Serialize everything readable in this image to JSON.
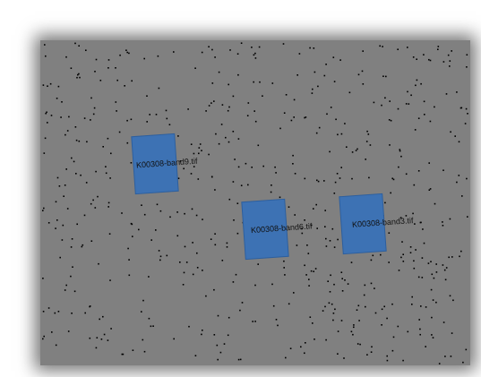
{
  "viewer": {
    "colors": {
      "background": "#808080",
      "points": "#000000",
      "tiles": "#3d72b4",
      "tile_border": "#2d5f9e",
      "page": "#ffffff"
    },
    "point_layer": {
      "symbol": "dot"
    }
  },
  "tiles": [
    {
      "label": "K00308-band9.tif"
    },
    {
      "label": "K00308-band6.tif"
    },
    {
      "label": "K00308-band3.tif"
    }
  ]
}
